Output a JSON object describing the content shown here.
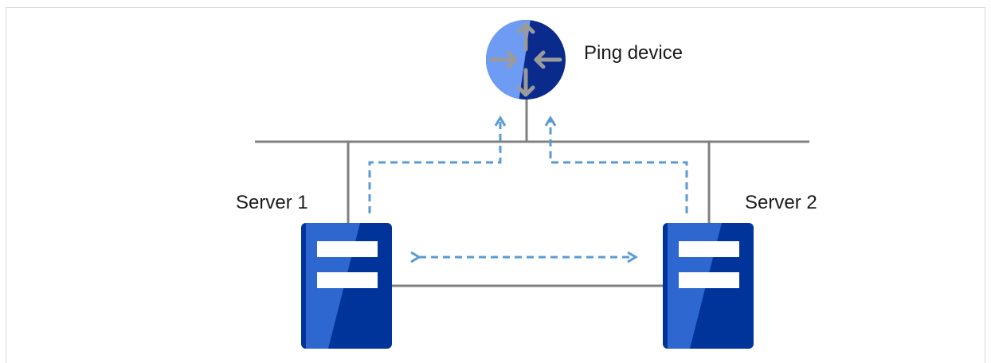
{
  "labels": {
    "ping_device": "Ping device",
    "server1": "Server 1",
    "server2": "Server 2"
  },
  "nodes": {
    "ping_device": {
      "icon": "router-icon"
    },
    "server1": {
      "icon": "server-icon"
    },
    "server2": {
      "icon": "server-icon"
    }
  },
  "colors": {
    "line": "#808080",
    "arrow": "#5b9bd5",
    "server_dark": "#00349a",
    "server_light": "#2e67cf",
    "router_dark": "#0a2a8c",
    "router_light": "#6e9cf5",
    "router_arrow": "#9a9a9a"
  }
}
